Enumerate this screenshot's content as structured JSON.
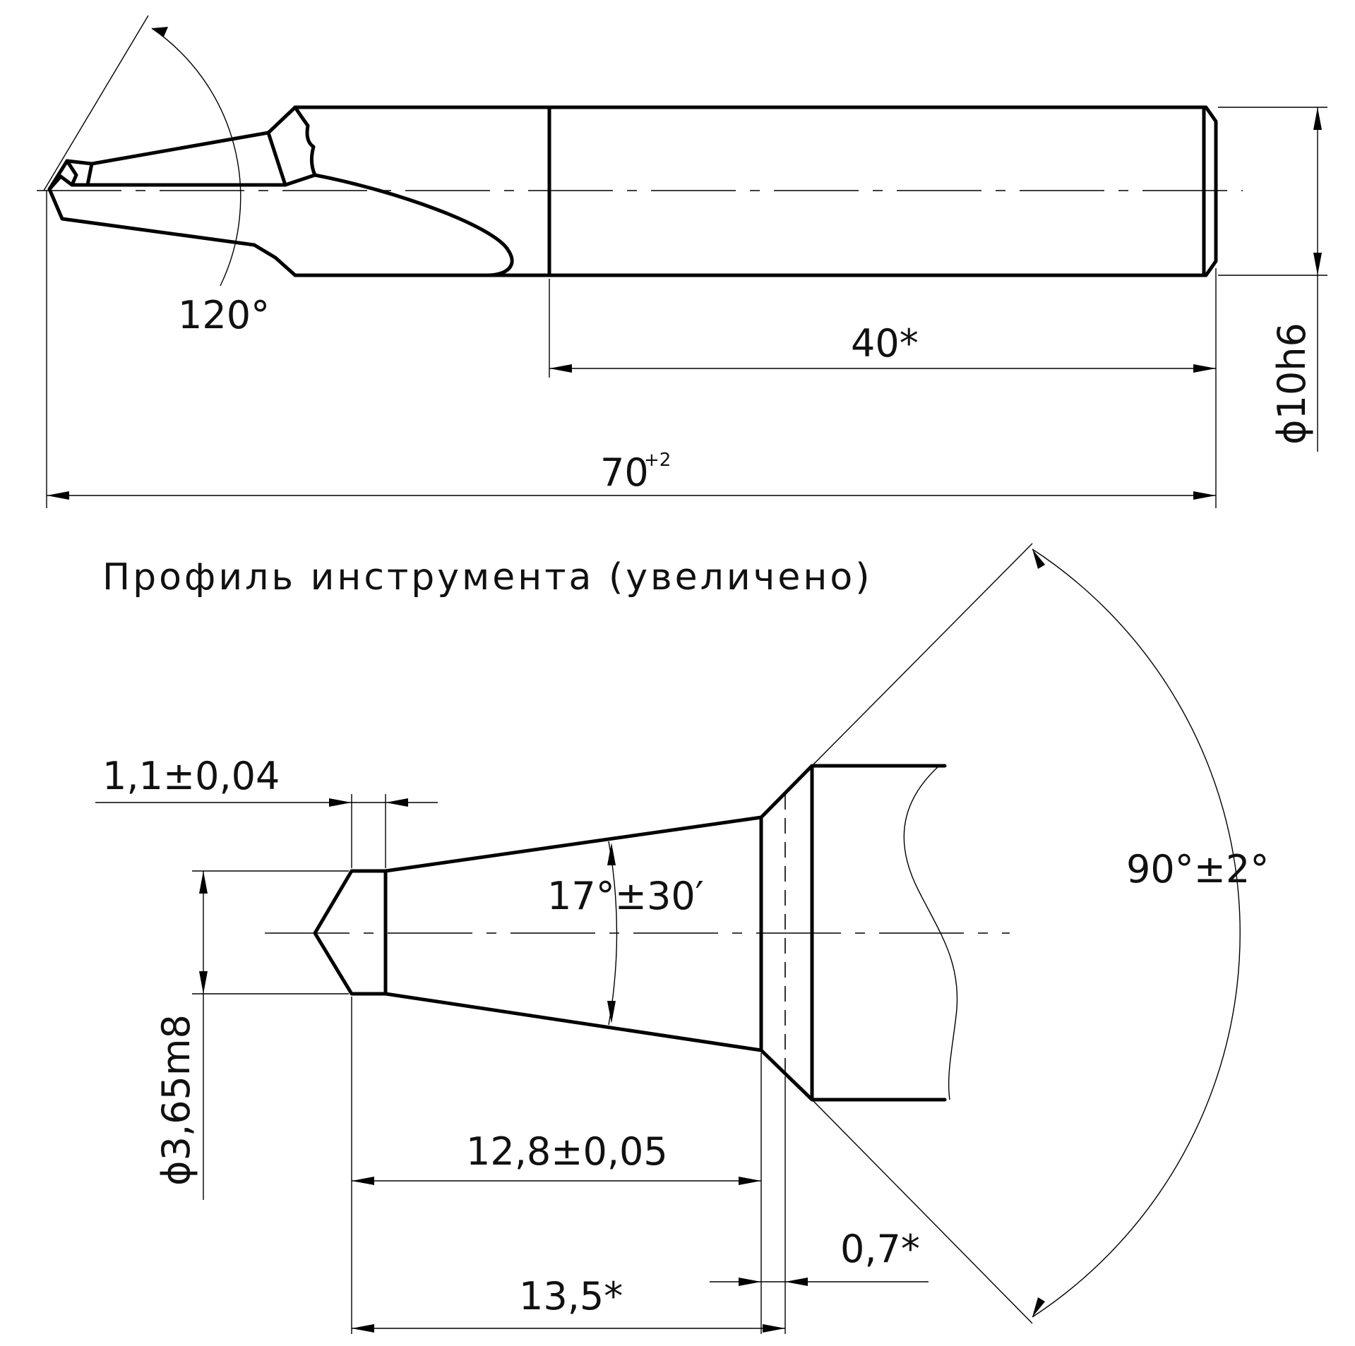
{
  "top_view": {
    "angle_tip": "120°",
    "length_shank": "40*",
    "length_total": "70",
    "length_total_tol": "+2",
    "diameter_shank": "ϕ10h6"
  },
  "profile_view": {
    "caption": "Профиль инструмента (увеличено)",
    "tip_length": "1,1±0,04",
    "taper_angle": "17°±30′",
    "flank_angle": "90°±2°",
    "tip_diameter": "ϕ3,65m8",
    "cone_length": "12,8±0,05",
    "total_length": "13,5*",
    "chamfer_length": "0,7*"
  }
}
